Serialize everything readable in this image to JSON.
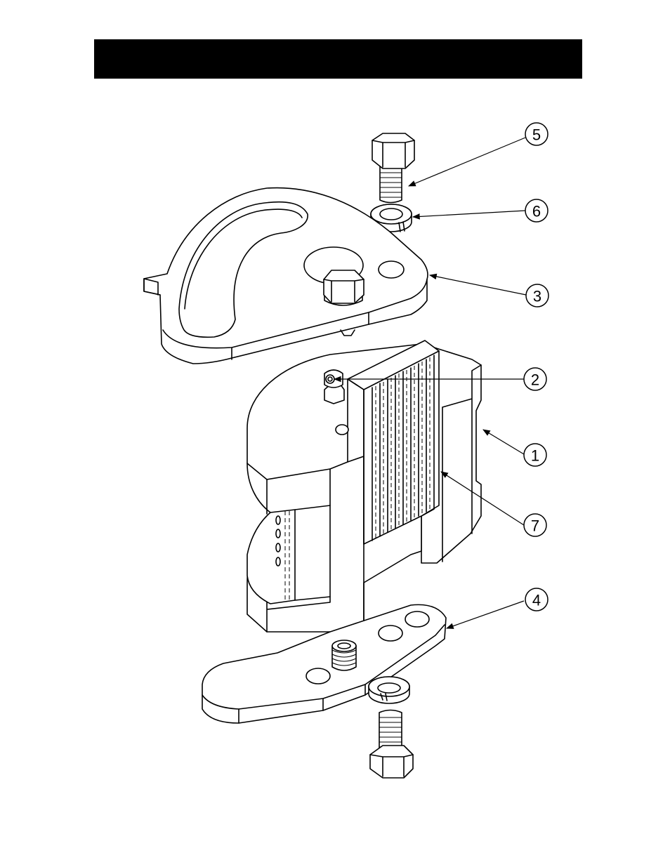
{
  "header": {
    "title": ""
  },
  "callouts": [
    {
      "label": "5"
    },
    {
      "label": "6"
    },
    {
      "label": "3"
    },
    {
      "label": "2"
    },
    {
      "label": "1"
    },
    {
      "label": "7"
    },
    {
      "label": "4"
    }
  ]
}
